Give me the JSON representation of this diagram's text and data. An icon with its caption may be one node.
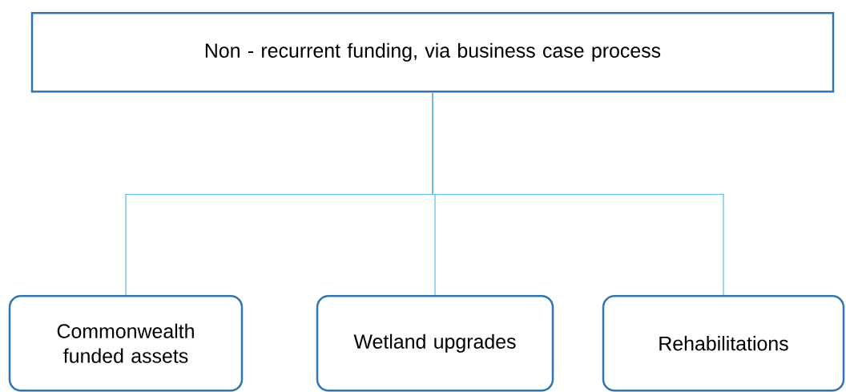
{
  "diagram": {
    "nodes": [
      {
        "text": [
          "Non - recurrent funding, via business case process"
        ]
      },
      {
        "text": [
          "Commonwealth funded assets"
        ]
      },
      {
        "text": [
          "Wetland upgrades"
        ]
      },
      {
        "text": [
          "Rehabilitations"
        ]
      }
    ],
    "edges": [
      {
        "from": 0,
        "to": 1,
        "arrow": "none"
      },
      {
        "from": 0,
        "to": 2,
        "arrow": "none"
      },
      {
        "from": 0,
        "to": 3,
        "arrow": "none"
      }
    ]
  }
}
